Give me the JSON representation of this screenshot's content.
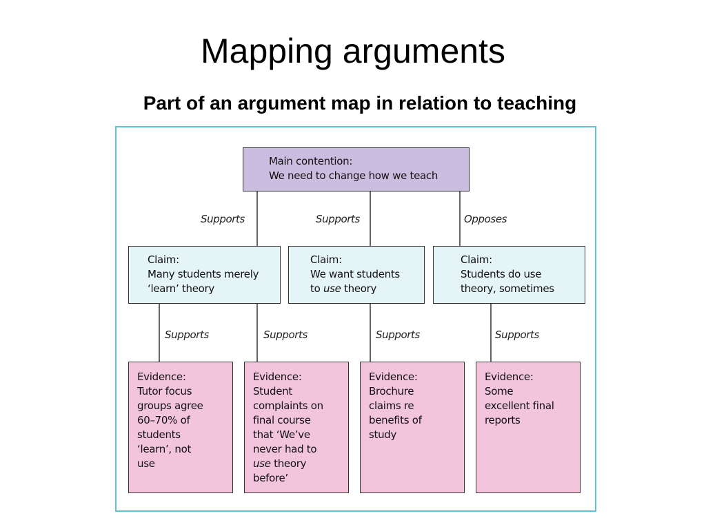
{
  "title": "Mapping arguments",
  "subtitle": "Part of an argument map in relation to teaching",
  "map": {
    "main": {
      "lines": [
        "Main contention:",
        "We need to change how we teach"
      ]
    },
    "relations": {
      "claim1": "Supports",
      "claim2": "Supports",
      "claim3": "Opposes",
      "evidence1": "Supports",
      "evidence2": "Supports",
      "evidence3": "Supports",
      "evidence4": "Supports"
    },
    "claims": [
      {
        "lines": [
          "Claim:",
          "Many students merely",
          "‘learn’ theory"
        ]
      },
      {
        "lines": [
          "Claim:",
          "We want students"
        ],
        "line3_pre": "to ",
        "line3_em": "use",
        "line3_post": " theory"
      },
      {
        "lines": [
          "Claim:",
          "Students do use",
          "theory, sometimes"
        ]
      }
    ],
    "evidence": [
      {
        "lines": [
          "Evidence:",
          "Tutor focus",
          "groups agree",
          "60–70% of",
          "students",
          "‘learn’, not",
          "use"
        ]
      },
      {
        "lines": [
          "Evidence:",
          "Student",
          "complaints on",
          "final course",
          "that ‘We’ve",
          "never had to"
        ],
        "line7_em": "use",
        "line7_post": " theory",
        "line8": "before’"
      },
      {
        "lines": [
          "Evidence:",
          "Brochure",
          "claims re",
          "benefits of",
          "study"
        ]
      },
      {
        "lines": [
          "Evidence:",
          "Some",
          "excellent final",
          "reports"
        ]
      }
    ]
  }
}
